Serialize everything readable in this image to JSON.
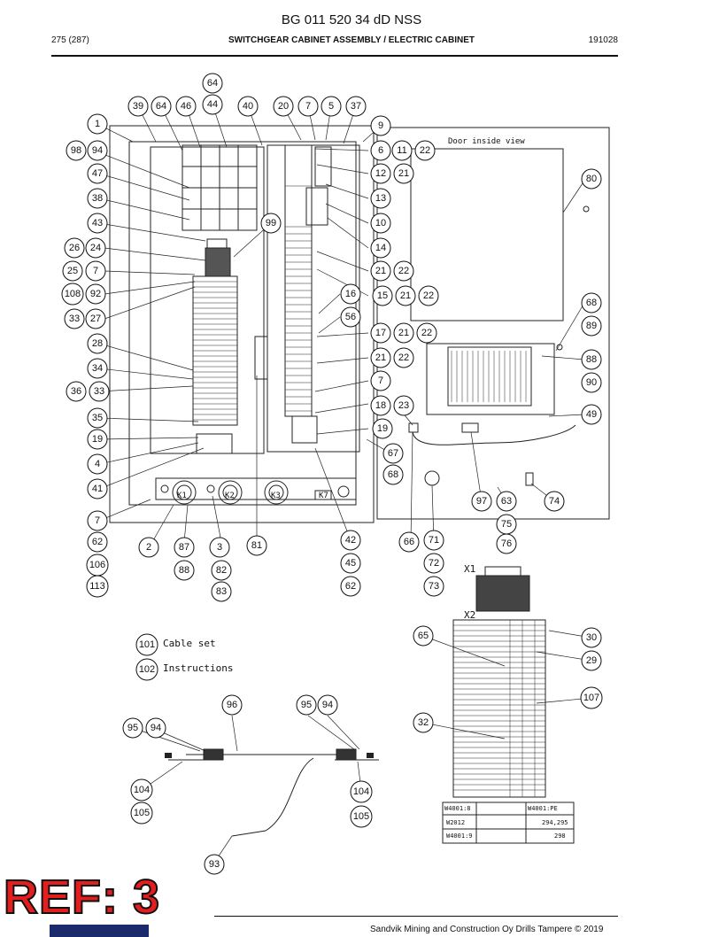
{
  "header": {
    "title": "BG 011 520 34 dD NSS",
    "page": "275 (287)",
    "section": "SWITCHGEAR CABINET ASSEMBLY / ELECTRIC CABINET",
    "date": "191028"
  },
  "labels": {
    "door_inside_view": "Door inside view",
    "cable_set": "Cable set",
    "instructions": "Instructions",
    "x1": "X1",
    "x2": "X2",
    "k1": "K1",
    "k2": "K2",
    "k3": "K3",
    "k7": "K7",
    "w4001_8": "W4001:8",
    "w4001_pe": "W4001:PE",
    "w2012": "W2012",
    "w2012_val": "294,295",
    "w4001_9": "W4001:9",
    "w4001_9_val": "298"
  },
  "footer": {
    "text": "Sandvik Mining and Construction Oy Drills Tampere © 2019",
    "ref": "REF: 3"
  },
  "callouts": [
    {
      "n": "64"
    },
    {
      "n": "39"
    },
    {
      "n": "64"
    },
    {
      "n": "46"
    },
    {
      "n": "44"
    },
    {
      "n": "40"
    },
    {
      "n": "20"
    },
    {
      "n": "7"
    },
    {
      "n": "5"
    },
    {
      "n": "37"
    },
    {
      "n": "1"
    },
    {
      "n": "9"
    },
    {
      "n": "98"
    },
    {
      "n": "94"
    },
    {
      "n": "6"
    },
    {
      "n": "11"
    },
    {
      "n": "22"
    },
    {
      "n": "47"
    },
    {
      "n": "12"
    },
    {
      "n": "21"
    },
    {
      "n": "80"
    },
    {
      "n": "38"
    },
    {
      "n": "13"
    },
    {
      "n": "43"
    },
    {
      "n": "99"
    },
    {
      "n": "10"
    },
    {
      "n": "26"
    },
    {
      "n": "24"
    },
    {
      "n": "14"
    },
    {
      "n": "25"
    },
    {
      "n": "7"
    },
    {
      "n": "21"
    },
    {
      "n": "22"
    },
    {
      "n": "108"
    },
    {
      "n": "92"
    },
    {
      "n": "16"
    },
    {
      "n": "15"
    },
    {
      "n": "21"
    },
    {
      "n": "22"
    },
    {
      "n": "68"
    },
    {
      "n": "33"
    },
    {
      "n": "27"
    },
    {
      "n": "56"
    },
    {
      "n": "89"
    },
    {
      "n": "17"
    },
    {
      "n": "21"
    },
    {
      "n": "22"
    },
    {
      "n": "28"
    },
    {
      "n": "21"
    },
    {
      "n": "22"
    },
    {
      "n": "88"
    },
    {
      "n": "34"
    },
    {
      "n": "7"
    },
    {
      "n": "90"
    },
    {
      "n": "36"
    },
    {
      "n": "33"
    },
    {
      "n": "18"
    },
    {
      "n": "23"
    },
    {
      "n": "35"
    },
    {
      "n": "49"
    },
    {
      "n": "19"
    },
    {
      "n": "19"
    },
    {
      "n": "67"
    },
    {
      "n": "4"
    },
    {
      "n": "68"
    },
    {
      "n": "41"
    },
    {
      "n": "97"
    },
    {
      "n": "63"
    },
    {
      "n": "74"
    },
    {
      "n": "7"
    },
    {
      "n": "75"
    },
    {
      "n": "62"
    },
    {
      "n": "2"
    },
    {
      "n": "87"
    },
    {
      "n": "3"
    },
    {
      "n": "81"
    },
    {
      "n": "42"
    },
    {
      "n": "66"
    },
    {
      "n": "71"
    },
    {
      "n": "76"
    },
    {
      "n": "106"
    },
    {
      "n": "88"
    },
    {
      "n": "82"
    },
    {
      "n": "45"
    },
    {
      "n": "72"
    },
    {
      "n": "113"
    },
    {
      "n": "83"
    },
    {
      "n": "62"
    },
    {
      "n": "73"
    },
    {
      "n": "101"
    },
    {
      "n": "102"
    },
    {
      "n": "65"
    },
    {
      "n": "30"
    },
    {
      "n": "29"
    },
    {
      "n": "107"
    },
    {
      "n": "96"
    },
    {
      "n": "95"
    },
    {
      "n": "94"
    },
    {
      "n": "95"
    },
    {
      "n": "94"
    },
    {
      "n": "32"
    },
    {
      "n": "104"
    },
    {
      "n": "104"
    },
    {
      "n": "105"
    },
    {
      "n": "105"
    },
    {
      "n": "93"
    }
  ]
}
